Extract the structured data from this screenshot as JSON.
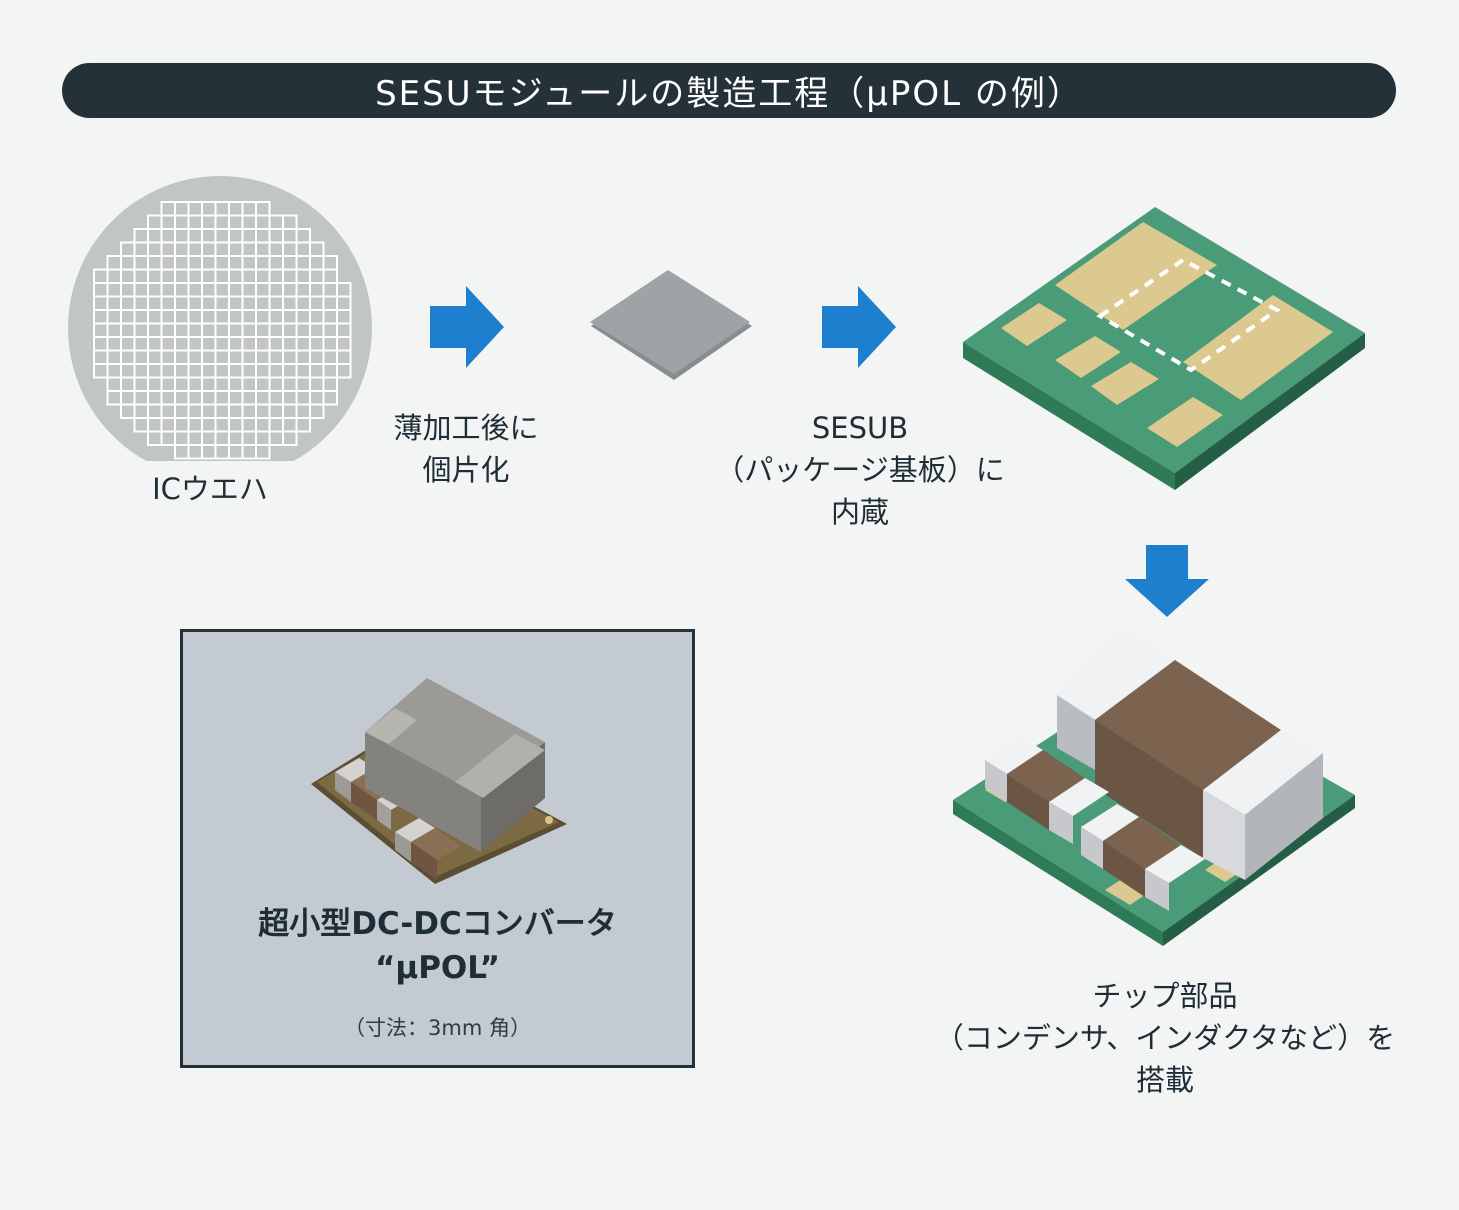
{
  "title": "SESUモジュールの製造工程（μPOL の例）",
  "steps": {
    "wafer_label": "ICウエハ",
    "thinning_label": [
      "薄加工後に",
      "個片化"
    ],
    "embed_label": [
      "SESUB",
      "（パッケージ基板）に",
      "内蔵"
    ],
    "mount_label": [
      "チップ部品",
      "（コンデンサ、インダクタなど）を",
      "搭載"
    ]
  },
  "product": {
    "name": [
      "超小型DC-DCコンバータ",
      "“μPOL”"
    ],
    "dimension": "（寸法：3mm 角）"
  },
  "colors": {
    "banner": "#243139",
    "arrow": "#1e7fcf",
    "wafer": "#c2c5c6",
    "board_green": "#4a9b77",
    "pad": "#dcc98f",
    "component_brown": "#6b5644",
    "terminal_gray": "#dfe1e3",
    "product_bg": "#c3cad1"
  },
  "icons": [
    "arrow-right-icon",
    "arrow-down-icon"
  ]
}
